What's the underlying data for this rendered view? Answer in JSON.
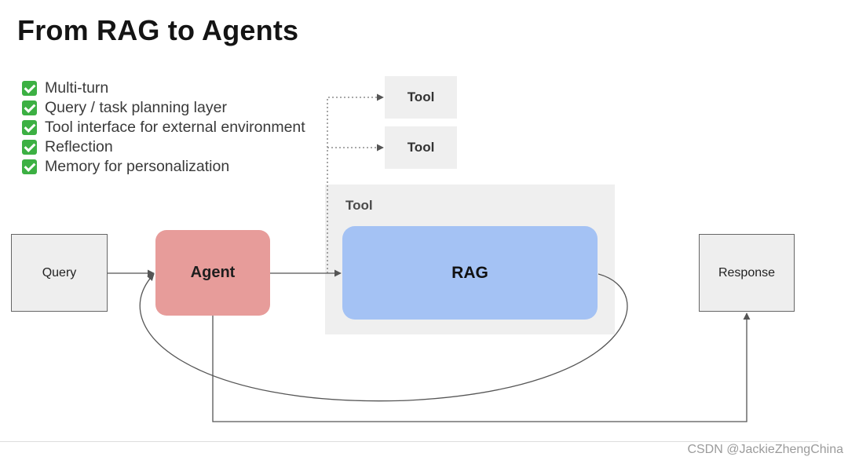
{
  "slide": {
    "title": "From RAG to Agents"
  },
  "checklist": [
    {
      "label": "Multi-turn",
      "icon": "check-mark-icon"
    },
    {
      "label": "Query / task planning layer",
      "icon": "check-mark-icon"
    },
    {
      "label": "Tool interface for external environment",
      "icon": "check-mark-icon"
    },
    {
      "label": "Reflection",
      "icon": "check-mark-icon"
    },
    {
      "label": "Memory for personalization",
      "icon": "check-mark-icon"
    }
  ],
  "diagram": {
    "nodes": {
      "query": "Query",
      "agent": "Agent",
      "tool_top": "Tool",
      "tool_middle": "Tool",
      "tool_container": "Tool",
      "rag": "RAG",
      "response": "Response"
    },
    "edges": [
      {
        "from": "query",
        "to": "agent",
        "style": "solid"
      },
      {
        "from": "agent",
        "to": "rag",
        "style": "solid"
      },
      {
        "from": "agent",
        "to": "tool_top",
        "style": "dotted"
      },
      {
        "from": "agent",
        "to": "tool_middle",
        "style": "dotted"
      },
      {
        "from": "rag",
        "to": "agent",
        "style": "solid-curve"
      },
      {
        "from": "agent",
        "to": "response",
        "style": "solid"
      }
    ],
    "colors": {
      "agent": "#e79c9a",
      "rag": "#a4c2f4",
      "tool": "#efefef",
      "io_box": "#eeeeee",
      "check": "#3cb043"
    }
  },
  "footer": {
    "watermark": "CSDN @JackieZhengChina"
  }
}
